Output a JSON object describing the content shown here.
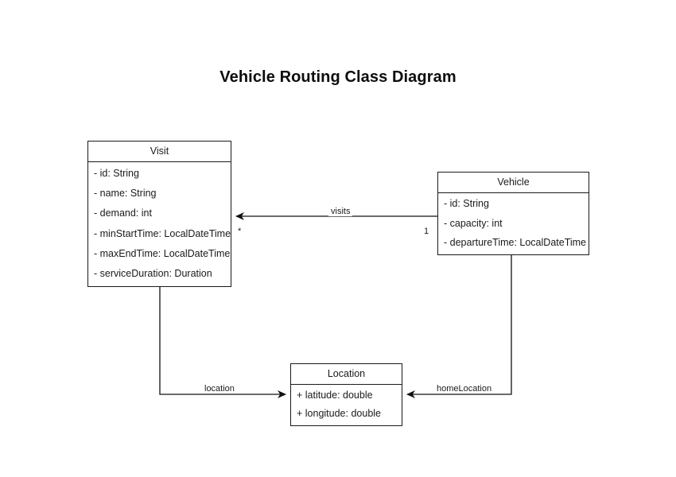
{
  "diagram": {
    "title": "Vehicle Routing Class Diagram",
    "type": "uml-class-diagram",
    "background_color": "#ffffff",
    "line_color": "#1a1a1a",
    "text_color": "#1a1a1a",
    "classes": [
      {
        "name": "Visit",
        "attributes": [
          "- id: String",
          "- name: String",
          "- demand: int",
          "- minStartTime: LocalDateTime",
          "- maxEndTime: LocalDateTime",
          "- serviceDuration: Duration"
        ]
      },
      {
        "name": "Vehicle",
        "attributes": [
          "- id: String",
          "- capacity: int",
          "- departureTime: LocalDateTime"
        ]
      },
      {
        "name": "Location",
        "attributes": [
          "+ latitude: double",
          "+ longitude: double"
        ]
      }
    ],
    "edges": [
      {
        "label": "visits",
        "from": "Vehicle",
        "to": "Visit",
        "from_multiplicity": "1",
        "to_multiplicity": "*",
        "arrow": "open-left"
      },
      {
        "label": "location",
        "from": "Visit",
        "to": "Location",
        "from_multiplicity": "",
        "to_multiplicity": "",
        "arrow": "open-right"
      },
      {
        "label": "homeLocation",
        "from": "Vehicle",
        "to": "Location",
        "from_multiplicity": "",
        "to_multiplicity": "",
        "arrow": "open-left"
      }
    ]
  }
}
